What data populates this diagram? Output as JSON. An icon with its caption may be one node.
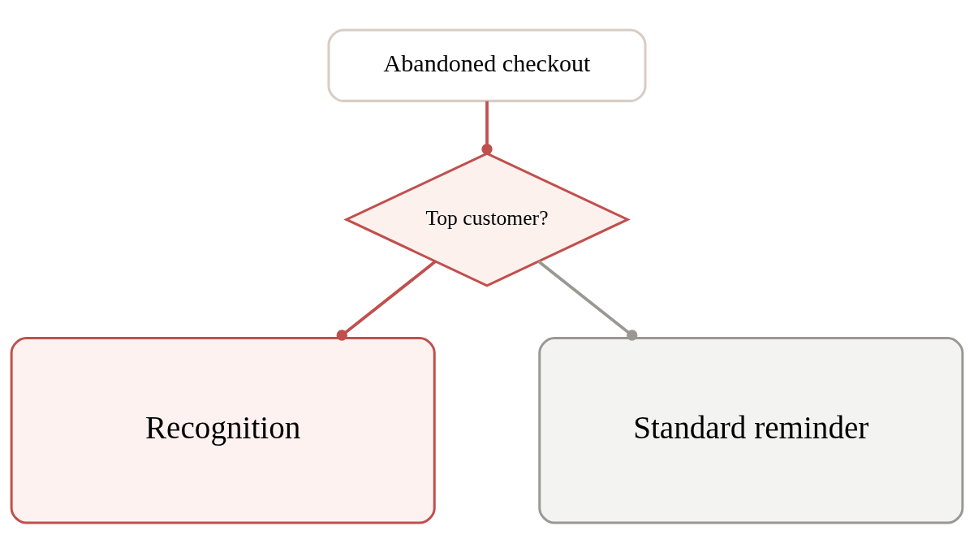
{
  "diagram": {
    "nodes": [
      {
        "text": [
          "Abandoned checkout"
        ]
      },
      {
        "text": [
          "Top customer?"
        ]
      },
      {
        "text": [
          "Recognition"
        ]
      },
      {
        "text": [
          "Standard reminder"
        ]
      }
    ],
    "edges": [
      {
        "from": 0,
        "to": 1,
        "arrow": "other"
      },
      {
        "from": 1,
        "to": 2,
        "arrow": "other"
      },
      {
        "from": 1,
        "to": 3,
        "arrow": "other",
        "color": "#9a9893"
      }
    ]
  }
}
